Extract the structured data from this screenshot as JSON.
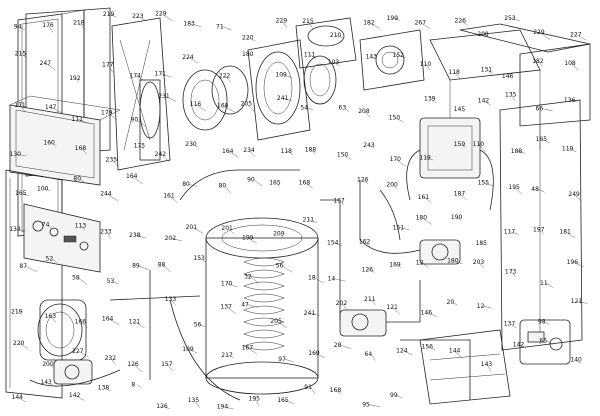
{
  "diagram": {
    "style_colors": {
      "line": "#222222",
      "paper": "#ffffff",
      "shade": "#f4f4f4"
    },
    "callouts": [
      "94",
      "176",
      "218",
      "219",
      "223",
      "229",
      "183",
      "71",
      "220",
      "229",
      "215",
      "210",
      "182",
      "199",
      "267",
      "226",
      "208",
      "253",
      "229",
      "227",
      "215",
      "247",
      "192",
      "177",
      "174",
      "171",
      "224",
      "222",
      "180",
      "109",
      "111",
      "103",
      "143",
      "152",
      "110",
      "118",
      "131",
      "146",
      "182",
      "108",
      "171",
      "147",
      "111",
      "179",
      "90",
      "231",
      "116",
      "160",
      "205",
      "241",
      "54",
      "63",
      "208",
      "150",
      "139",
      "145",
      "142",
      "135",
      "66",
      "136",
      "130",
      "160",
      "168",
      "235",
      "175",
      "242",
      "230",
      "164",
      "234",
      "118",
      "188",
      "150",
      "243",
      "170",
      "119",
      "159",
      "110",
      "188",
      "165",
      "119",
      "165",
      "100",
      "80",
      "244",
      "164",
      "161",
      "80",
      "80",
      "90",
      "165",
      "168",
      "167",
      "126",
      "200",
      "161",
      "187",
      "155",
      "195",
      "48",
      "249",
      "133",
      "74",
      "113",
      "233",
      "238",
      "202",
      "201",
      "201",
      "199",
      "209",
      "211",
      "154",
      "162",
      "151",
      "180",
      "190",
      "185",
      "117",
      "197",
      "181",
      "87",
      "52",
      "58",
      "53",
      "89",
      "88",
      "153",
      "170",
      "32",
      "56",
      "18",
      "14",
      "126",
      "169",
      "12",
      "180",
      "203",
      "173",
      "11",
      "196",
      "219",
      "163",
      "166",
      "164",
      "121",
      "133",
      "56",
      "137",
      "47",
      "205",
      "241",
      "202",
      "211",
      "121",
      "146",
      "20",
      "12",
      "137",
      "98",
      "121",
      "220",
      "200",
      "227",
      "232",
      "126",
      "157",
      "109",
      "217",
      "167",
      "97",
      "169",
      "28",
      "64",
      "124",
      "156",
      "144",
      "143",
      "142",
      "65",
      "140",
      "144",
      "143",
      "142",
      "138",
      "8",
      "126",
      "135",
      "194",
      "195",
      "165",
      "91",
      "168",
      "95",
      "99"
    ]
  }
}
